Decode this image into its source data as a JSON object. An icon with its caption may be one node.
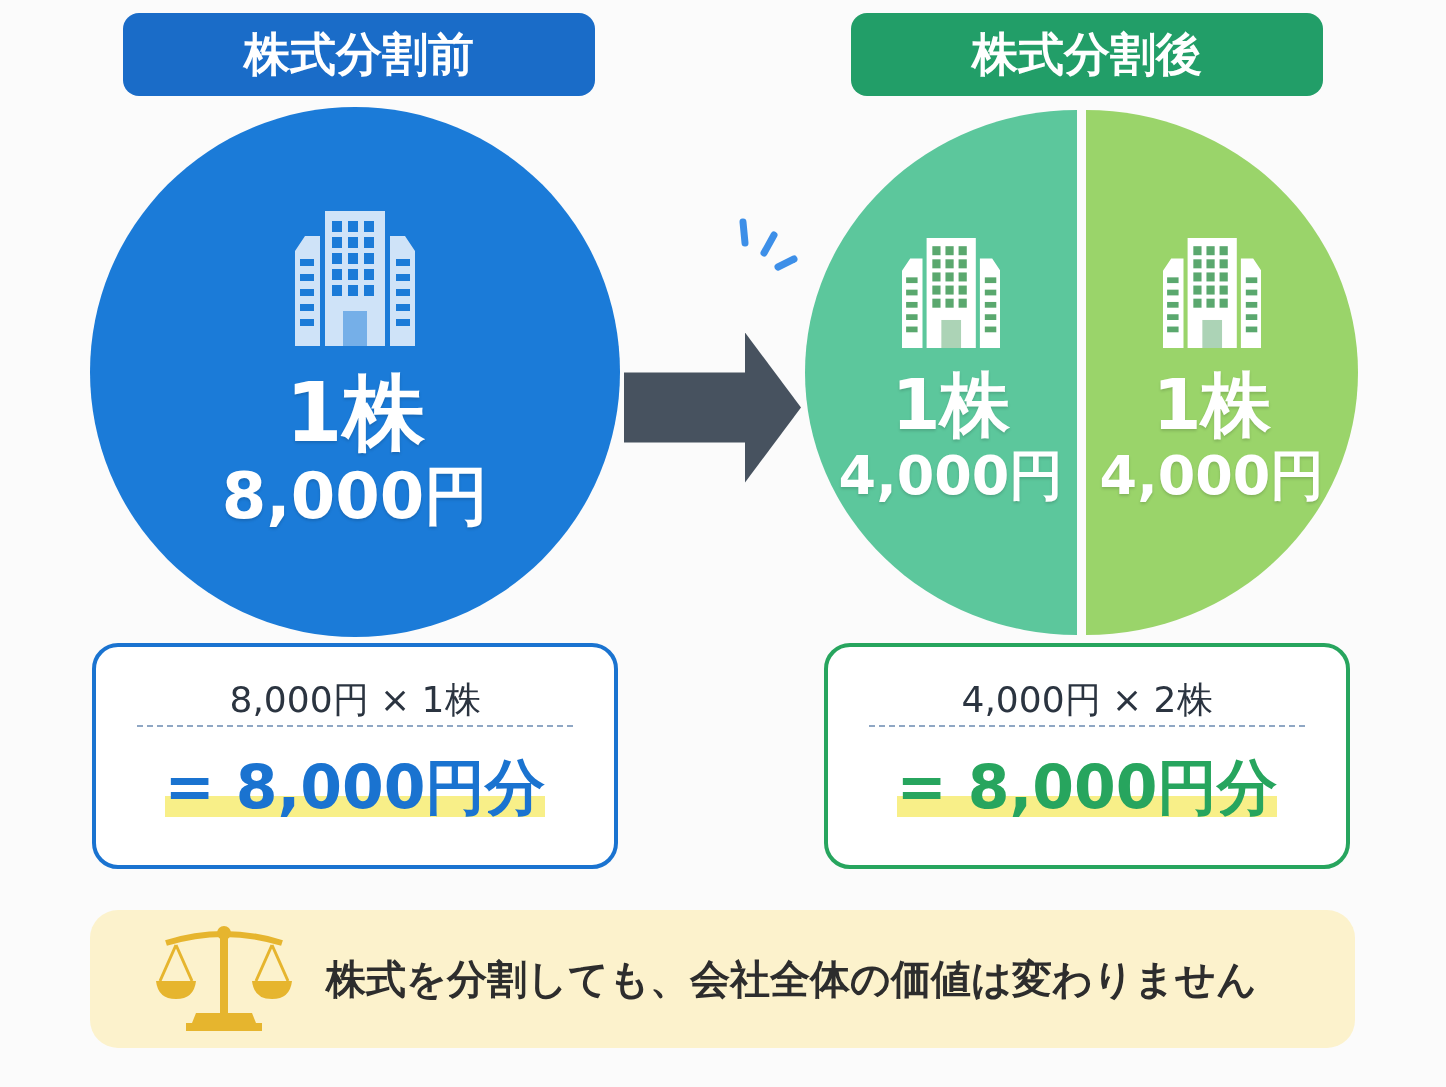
{
  "diagram": {
    "nodes": [
      {
        "text": [
          "株式分割前"
        ]
      },
      {
        "text": [
          "株式分割後"
        ]
      },
      {
        "text": [
          "1株",
          "8,000円"
        ]
      },
      {
        "text": [
          "1株",
          "4,000円"
        ]
      },
      {
        "text": [
          "1株",
          "4,000円"
        ]
      },
      {
        "text": [
          "8,000円 × 1株",
          "= 8,000円分"
        ]
      },
      {
        "text": [
          "4,000円 × 2株",
          "= 8,000円分"
        ]
      },
      {
        "text": [
          "株式を分割しても、会社全体の価値は変わりません"
        ]
      }
    ],
    "edges": [
      {
        "from": 2,
        "to": 3,
        "arrow": "to"
      }
    ]
  }
}
